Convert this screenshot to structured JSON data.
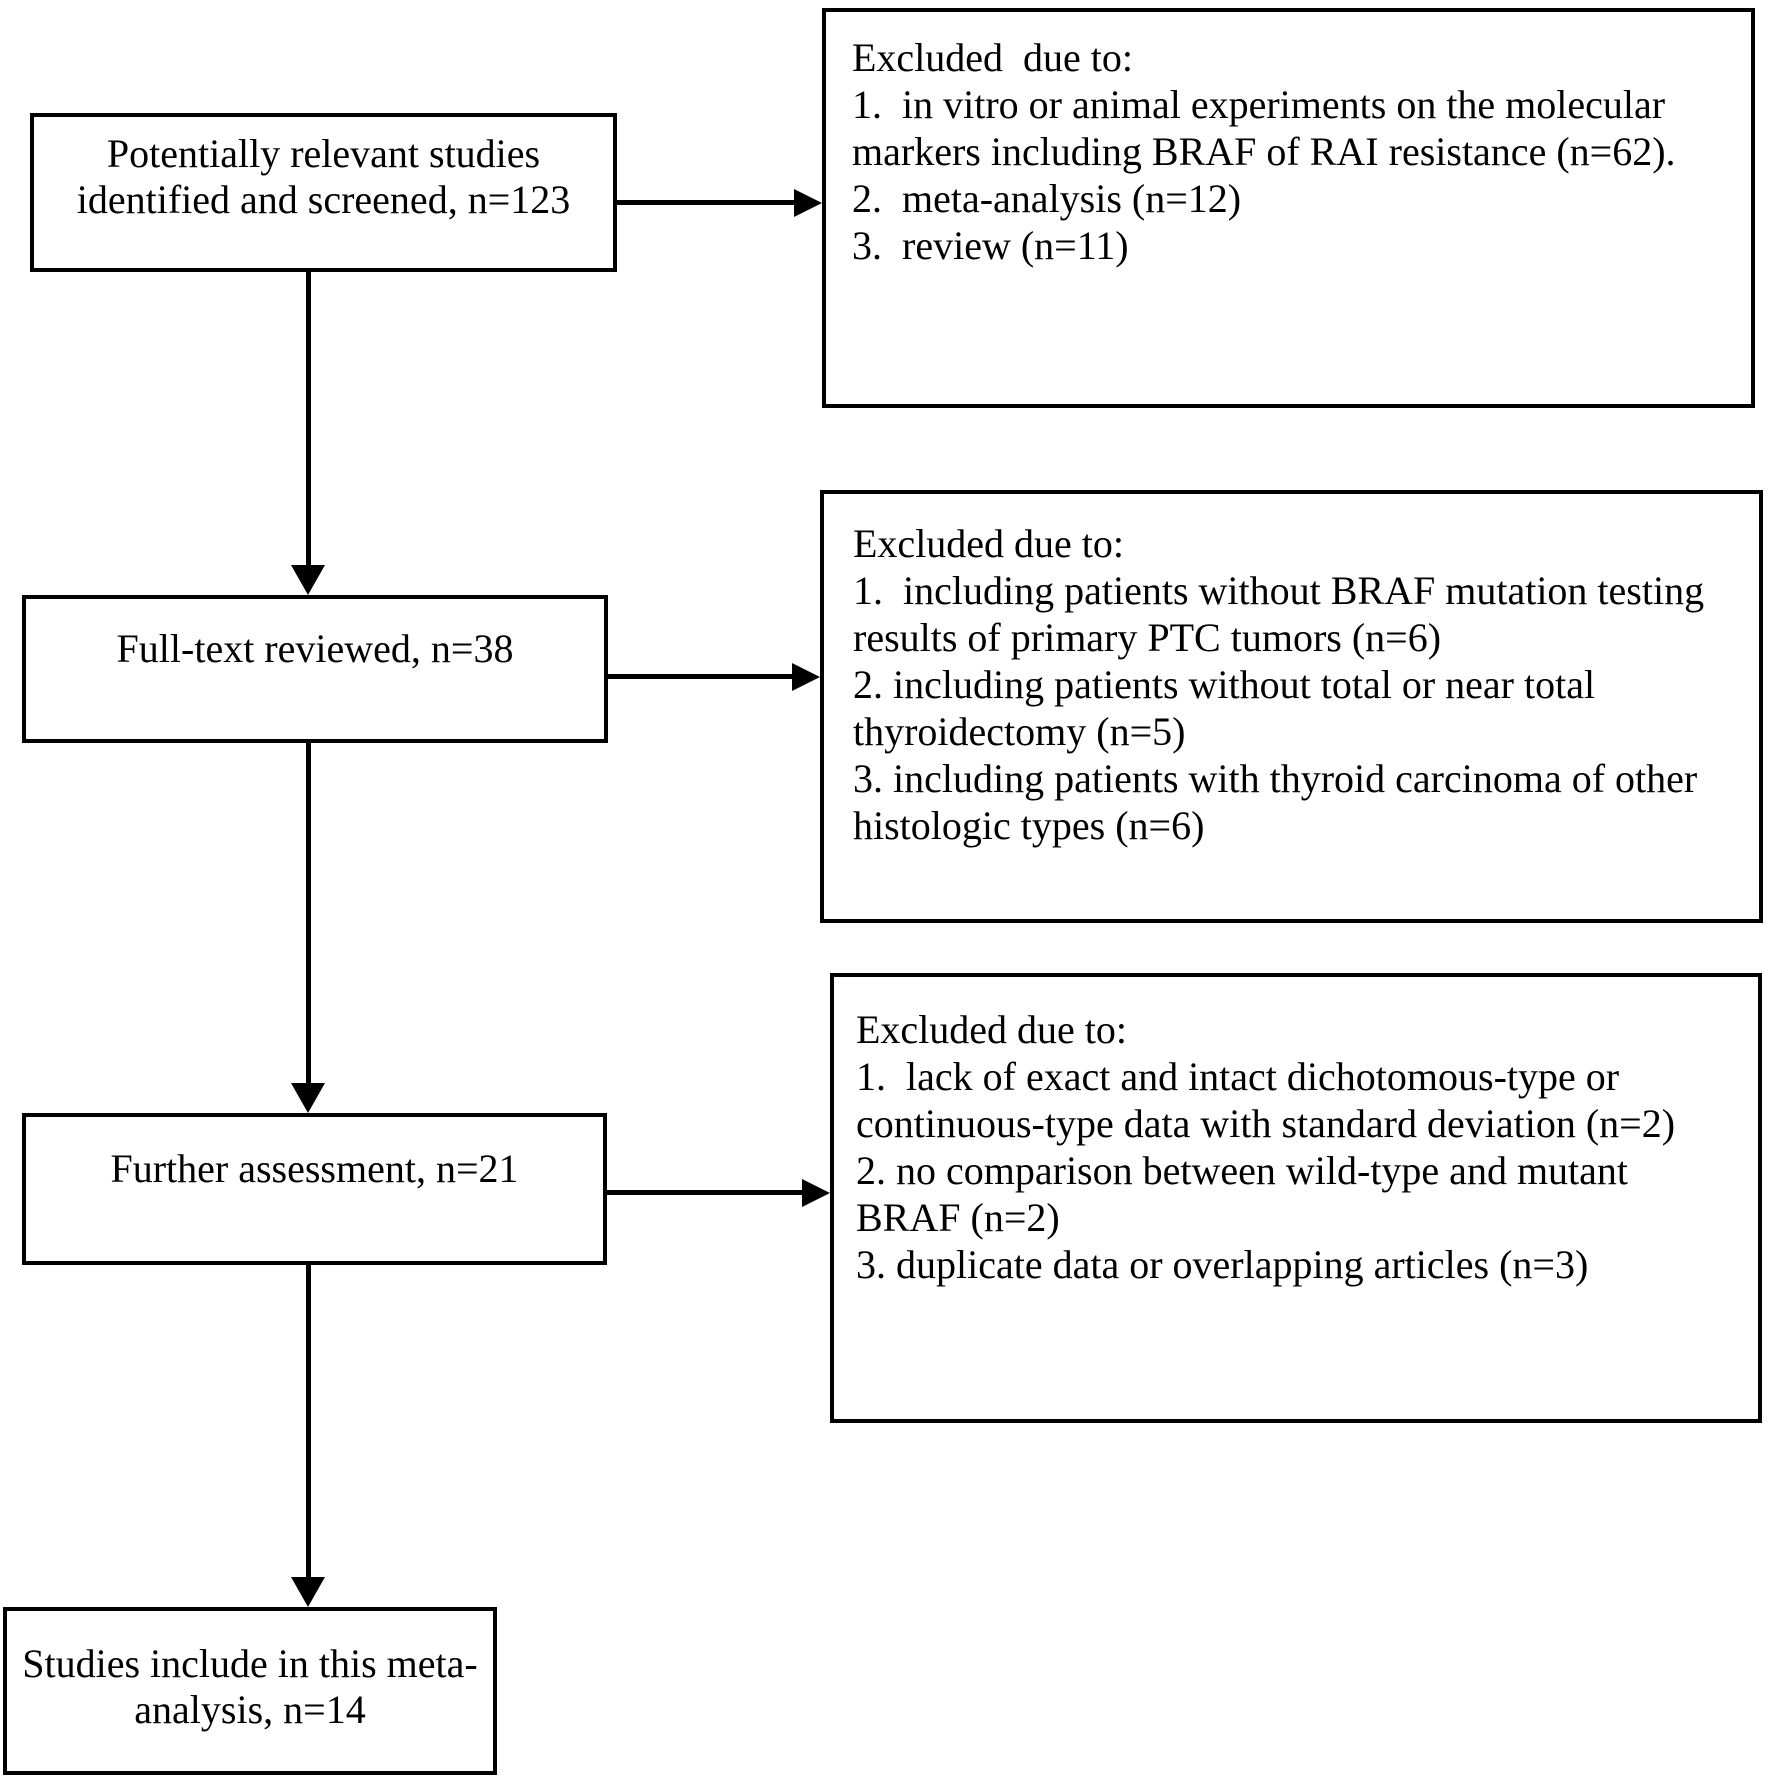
{
  "page": {
    "background_color": "#ffffff",
    "line_color": "#000000"
  },
  "flow": {
    "boxes": [
      {
        "id": "screened",
        "label": "Potentially relevant studies\nidentified and screened, n=123"
      },
      {
        "id": "fulltext",
        "label": "Full-text reviewed, n=38"
      },
      {
        "id": "assessment",
        "label": "Further assessment, n=21"
      },
      {
        "id": "included",
        "label": "Studies include in this meta-\nanalysis, n=14"
      }
    ],
    "exclusions": [
      {
        "title": "Excluded  due to:",
        "items": [
          "1.  in vitro or animal experiments on the molecular\nmarkers including BRAF of RAI resistance (n=62).",
          "2.  meta-analysis (n=12)",
          "3.  review (n=11)"
        ]
      },
      {
        "title": "Excluded due to:",
        "items": [
          "1.  including patients without BRAF mutation testing\nresults of primary PTC tumors (n=6)",
          "2. including patients without total or near total\nthyroidectomy (n=5)",
          "3. including patients with thyroid carcinoma of other\nhistologic types (n=6)"
        ]
      },
      {
        "title": "Excluded due to:",
        "items": [
          "1.  lack of exact and intact dichotomous-type or\ncontinuous-type data with standard deviation (n=2)",
          "2. no comparison between wild-type and mutant\nBRAF (n=2)",
          "3. duplicate data or overlapping articles (n=3)"
        ]
      }
    ]
  }
}
